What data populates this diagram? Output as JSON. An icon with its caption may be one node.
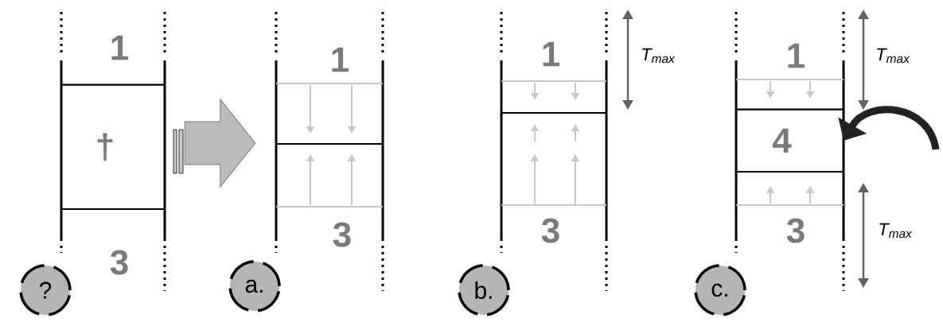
{
  "diagram": {
    "nodes": [
      {
        "text": [
          "1",
          "3"
        ]
      },
      {
        "text": [
          "†"
        ],
        "in": 0
      },
      {
        "text": [
          "?"
        ]
      },
      {
        "text": [
          "1",
          "3"
        ]
      },
      {
        "text": [
          "a."
        ]
      },
      {
        "text": [
          "1",
          "3"
        ]
      },
      {
        "text": [
          "b."
        ]
      },
      {
        "text": [
          "1",
          "3"
        ]
      },
      {
        "text": [
          "4"
        ],
        "in": 7
      },
      {
        "text": [
          "c."
        ]
      }
    ],
    "edges": [
      {
        "from": 0,
        "to": 3,
        "arrow": "to",
        "style": "thick",
        "color": "#bbbbbb"
      },
      {
        "from": null,
        "to": 8,
        "arrow": "to",
        "color": "#222222"
      }
    ],
    "labels": [
      "T$_{max}$",
      "T$_{max}$",
      "T$_{max}$"
    ]
  }
}
